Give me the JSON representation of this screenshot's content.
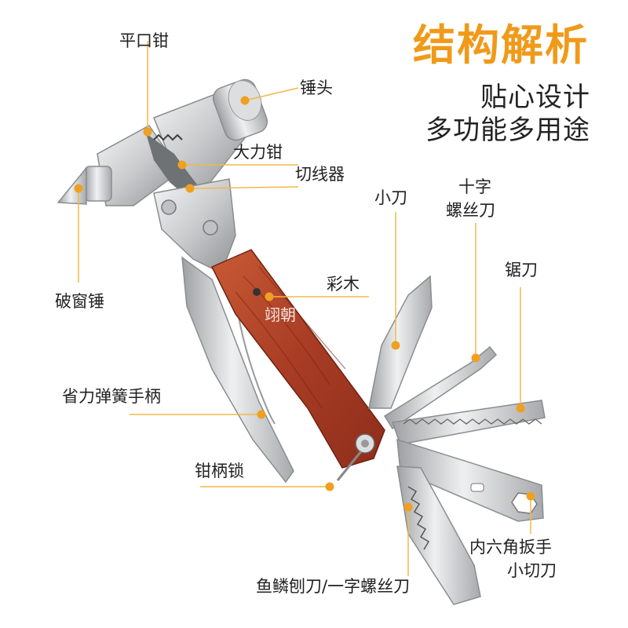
{
  "header": {
    "title": "结构解析",
    "subtitle_1": "贴心设计",
    "subtitle_2": "多功能多用途"
  },
  "watermark": "翊朝",
  "labels": {
    "flat_pliers": "平口钳",
    "hammer_head": "锤头",
    "big_pliers": "大力钳",
    "wire_cutter": "切线器",
    "small_knife": "小刀",
    "cross_screwdriver_1": "十字",
    "cross_screwdriver_2": "螺丝刀",
    "saw_blade": "锯刀",
    "wood": "彩木",
    "window_breaker": "破窗锤",
    "spring_handle": "省力弹簧手柄",
    "handle_lock": "钳柄锁",
    "hex_wrench": "内六角扳手",
    "small_cutter": "小切刀",
    "scale_scraper": "鱼鳞刨刀/一字螺丝刀"
  },
  "colors": {
    "accent": "#f0a020",
    "leader": "#f2b84a",
    "title": "#f09a1a",
    "wood": "#b5452a",
    "steel": "#d4d6d8"
  }
}
